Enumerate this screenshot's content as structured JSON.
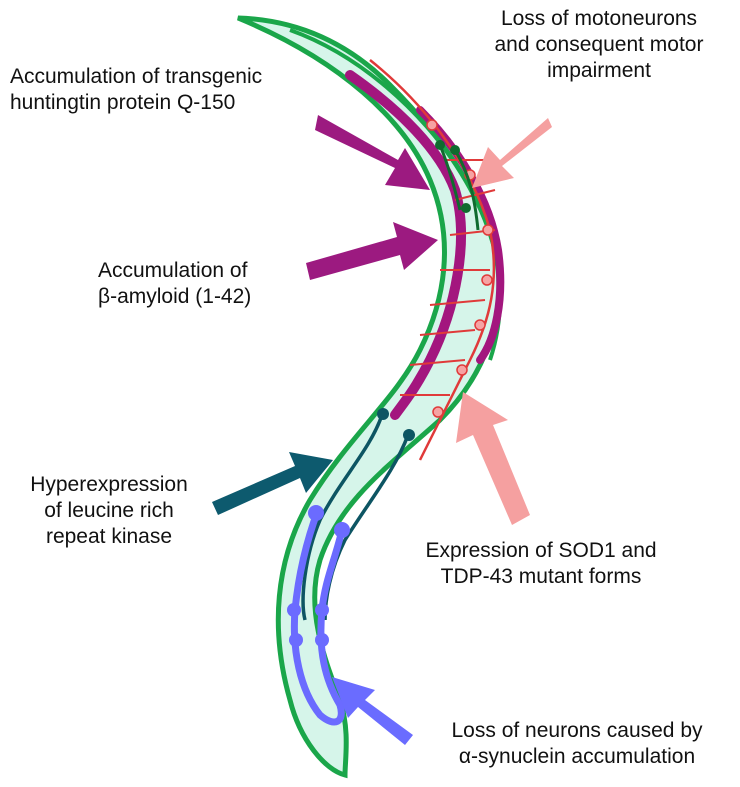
{
  "labels": {
    "motoneurons": [
      "Loss of motoneurons",
      "and consequent motor",
      "impairment"
    ],
    "huntingtin": [
      "Accumulation of transgenic",
      "huntingtin protein Q-150"
    ],
    "amyloid": [
      "Accumulation of",
      "β-amyloid (1-42)"
    ],
    "lrrk": [
      "Hyperexpression",
      "of leucine rich",
      "repeat kinase"
    ],
    "sod1": [
      "Expression of SOD1 and",
      "TDP-43 mutant forms"
    ],
    "synuclein": [
      "Loss of neurons caused by",
      "α-synuclein accumulation"
    ]
  },
  "colors": {
    "worm_fill": "#d6f5ea",
    "worm_outline": "#1aa64a",
    "muscle": "#a3167e",
    "neuron_red": "#e03a3a",
    "neuron_node": "#f6a3a3",
    "green_neuron": "#0f6b2e",
    "teal_neuron": "#0d5563",
    "blue_neuron": "#6b6bff",
    "arrow_magenta": "#9c1a80",
    "arrow_pink": "#f5a0a0",
    "arrow_teal": "#0d5a6e",
    "arrow_blue": "#6a6cff"
  }
}
